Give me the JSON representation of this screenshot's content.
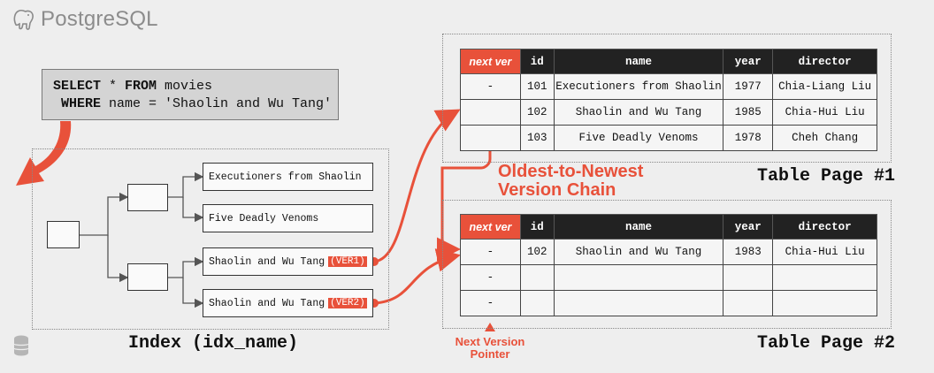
{
  "logo": {
    "text": "PostgreSQL"
  },
  "query": {
    "line1_kw": "SELECT",
    "line1_rest": " * ",
    "line1_kw2": "FROM",
    "line1_tail": " movies",
    "line2_kw": " WHERE",
    "line2_rest": " name = 'Shaolin and Wu Tang'"
  },
  "index": {
    "caption": "Index (idx_name)",
    "leaves": [
      {
        "text": "Executioners from Shaolin",
        "tag": ""
      },
      {
        "text": "Five Deadly Venoms",
        "tag": ""
      },
      {
        "text": "Shaolin and Wu Tang",
        "tag": "(VER1)"
      },
      {
        "text": "Shaolin and Wu Tang",
        "tag": "(VER2)"
      }
    ]
  },
  "page1": {
    "caption": "Table Page #1",
    "headers": [
      "next ver",
      "id",
      "name",
      "year",
      "director"
    ],
    "rows": [
      [
        "-",
        "101",
        "Executioners from Shaolin",
        "1977",
        "Chia-Liang Liu"
      ],
      [
        "",
        "102",
        "Shaolin and Wu Tang",
        "1985",
        "Chia-Hui Liu"
      ],
      [
        "",
        "103",
        "Five Deadly Venoms",
        "1978",
        "Cheh Chang"
      ]
    ]
  },
  "page2": {
    "caption": "Table Page #2",
    "headers": [
      "next ver",
      "id",
      "name",
      "year",
      "director"
    ],
    "rows": [
      [
        "-",
        "102",
        "Shaolin and Wu Tang",
        "1983",
        "Chia-Hui Liu"
      ],
      [
        "-",
        "",
        "",
        "",
        ""
      ],
      [
        "-",
        "",
        "",
        "",
        ""
      ]
    ]
  },
  "labels": {
    "chain_line1": "Oldest-to-Newest",
    "chain_line2": "Version Chain",
    "pointer_line1": "Next Version",
    "pointer_line2": "Pointer"
  },
  "colors": {
    "accent": "#e8513a",
    "header": "#222222",
    "background": "#eeeeee"
  }
}
